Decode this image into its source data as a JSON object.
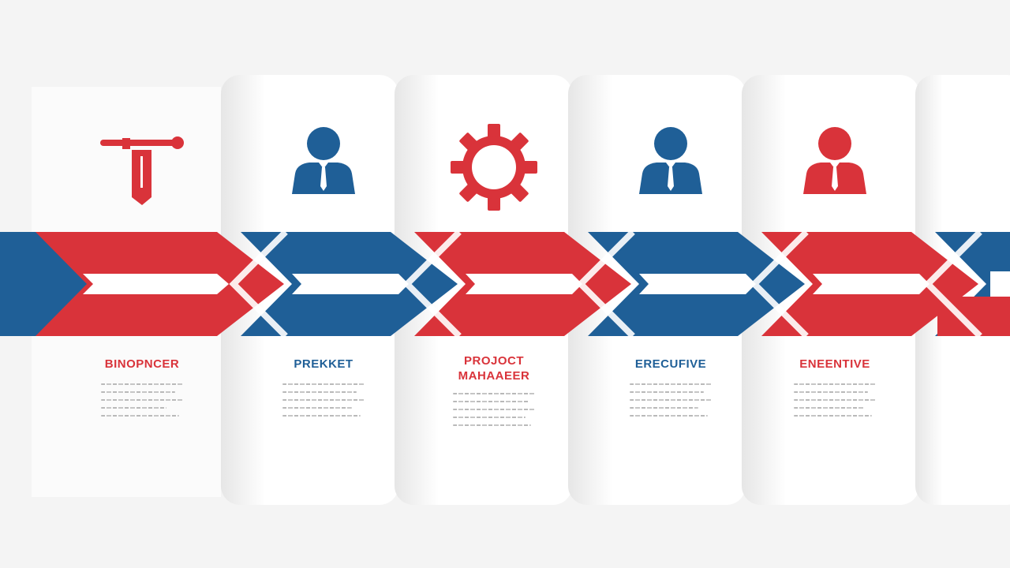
{
  "colors": {
    "red": "#d9333a",
    "blue": "#1f5f97",
    "white": "#ffffff"
  },
  "steps": [
    {
      "title": "BINOPNCER",
      "color": "#d9333a",
      "icon": "pipe-valve-icon"
    },
    {
      "title": "PREKKET",
      "color": "#1f5f97",
      "icon": "person-icon"
    },
    {
      "title": "PROJOCT\nMAHAAEER",
      "color": "#d9333a",
      "icon": "gear-icon"
    },
    {
      "title": "ERECUFIVE",
      "color": "#1f5f97",
      "icon": "person-icon"
    },
    {
      "title": "ENEENTIVE",
      "color": "#d9333a",
      "icon": "person-icon"
    }
  ]
}
